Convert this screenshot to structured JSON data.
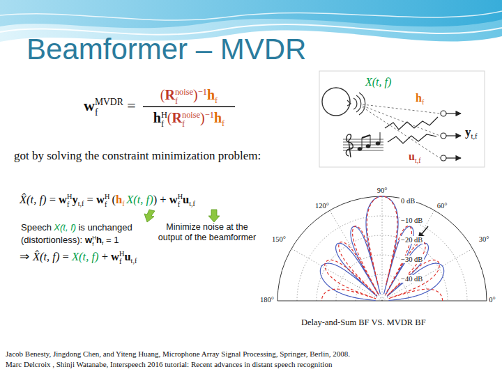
{
  "diagram": {
    "title": "Beamformer – MVDR",
    "caption": "Delay-and-Sum BF VS. MVDR BF",
    "labels": [
      "w",
      "MVDR",
      "f",
      "=",
      "(",
      "R",
      "noise",
      "f",
      ")",
      "−1",
      "h",
      "f",
      "h",
      "H",
      "f",
      "(",
      "R",
      "noise",
      "f",
      ")",
      "−1",
      "h",
      "f",
      "got by solving the constraint minimization problem:",
      "X̂(t, f)",
      "=",
      "w",
      "H",
      "f",
      "y",
      "t,f",
      "=",
      "w",
      "H",
      "f",
      "(",
      "h",
      "f",
      "X(t, f)",
      ")",
      "+",
      "w",
      "H",
      "f",
      "u",
      "t,f",
      "Speech",
      "X(t, f)",
      "is unchanged",
      "(distortionless):",
      "w",
      "H",
      "f",
      "h",
      "f",
      "= 1",
      "Minimize noise at the output of the beamformer",
      "⇒",
      "X̂(t, f)",
      "=",
      "X(t, f)",
      "+",
      "w",
      "H",
      "f",
      "u",
      "t,f",
      "X(t, f)",
      "h",
      "f",
      "u",
      "t,f",
      "y",
      "t,f",
      "90°",
      "120°",
      "60°",
      "150°",
      "30°",
      "180°",
      "0°",
      "0 dB",
      "−10 dB",
      "−20 dB",
      "−30 dB",
      "−40 dB",
      "Jacob Benesty, Jingdong Chen, and Yiteng Huang, Microphone Array Signal Processing, Springer, Berlin, 2008.",
      "Marc Delcroix , Shinji Watanabe, Interspeech 2016 tutorial: Recent advances in distant speech recognition"
    ]
  }
}
